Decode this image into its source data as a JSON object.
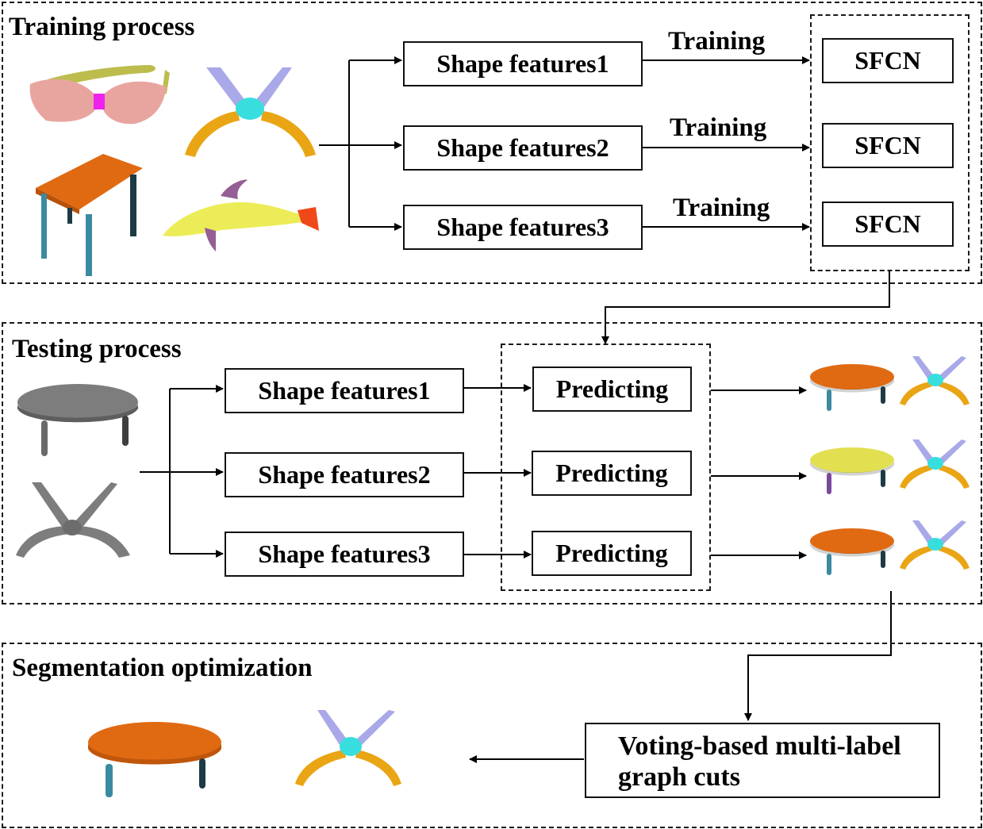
{
  "panels": {
    "training": {
      "title": "Training process",
      "feature_boxes": [
        "Shape features1",
        "Shape features2",
        "Shape features3"
      ],
      "edge_labels": [
        "Training",
        "Training",
        "Training"
      ],
      "network_boxes": [
        "SFCN",
        "SFCN",
        "SFCN"
      ],
      "input_shapes": [
        "glasses",
        "pliers",
        "table",
        "dolphin"
      ]
    },
    "testing": {
      "title": "Testing process",
      "feature_boxes": [
        "Shape features1",
        "Shape features2",
        "Shape features3"
      ],
      "predict_boxes": [
        "Predicting",
        "Predicting",
        "Predicting"
      ],
      "input_shapes": [
        "round-table-gray",
        "pliers-gray"
      ],
      "result_rows": [
        {
          "table_top": "#e06a12",
          "table_legs": "#3a8aa0"
        },
        {
          "table_top": "#e2e050",
          "table_legs": "#7a4a9a"
        },
        {
          "table_top": "#e06a12",
          "table_legs": "#3a8aa0"
        }
      ]
    },
    "optimization": {
      "title": "Segmentation optimization",
      "method_box": "Voting-based multi-label graph cuts",
      "output_shapes": [
        "round-table-segmented",
        "pliers-segmented"
      ]
    }
  },
  "colors": {
    "table_orange": "#e06a12",
    "leg_teal": "#3a8aa0",
    "pliers_lavender": "#a9a8e8",
    "pliers_cyan": "#38dede",
    "pliers_gold": "#eaa515",
    "glasses_pink": "#e8a5a0",
    "glasses_magenta": "#ee22ee",
    "glasses_olive": "#bdbd4e",
    "dolphin_yellow": "#ecec58",
    "dolphin_purple": "#955f95",
    "dolphin_red": "#f04818",
    "gray_shape": "#7d7d7d"
  }
}
